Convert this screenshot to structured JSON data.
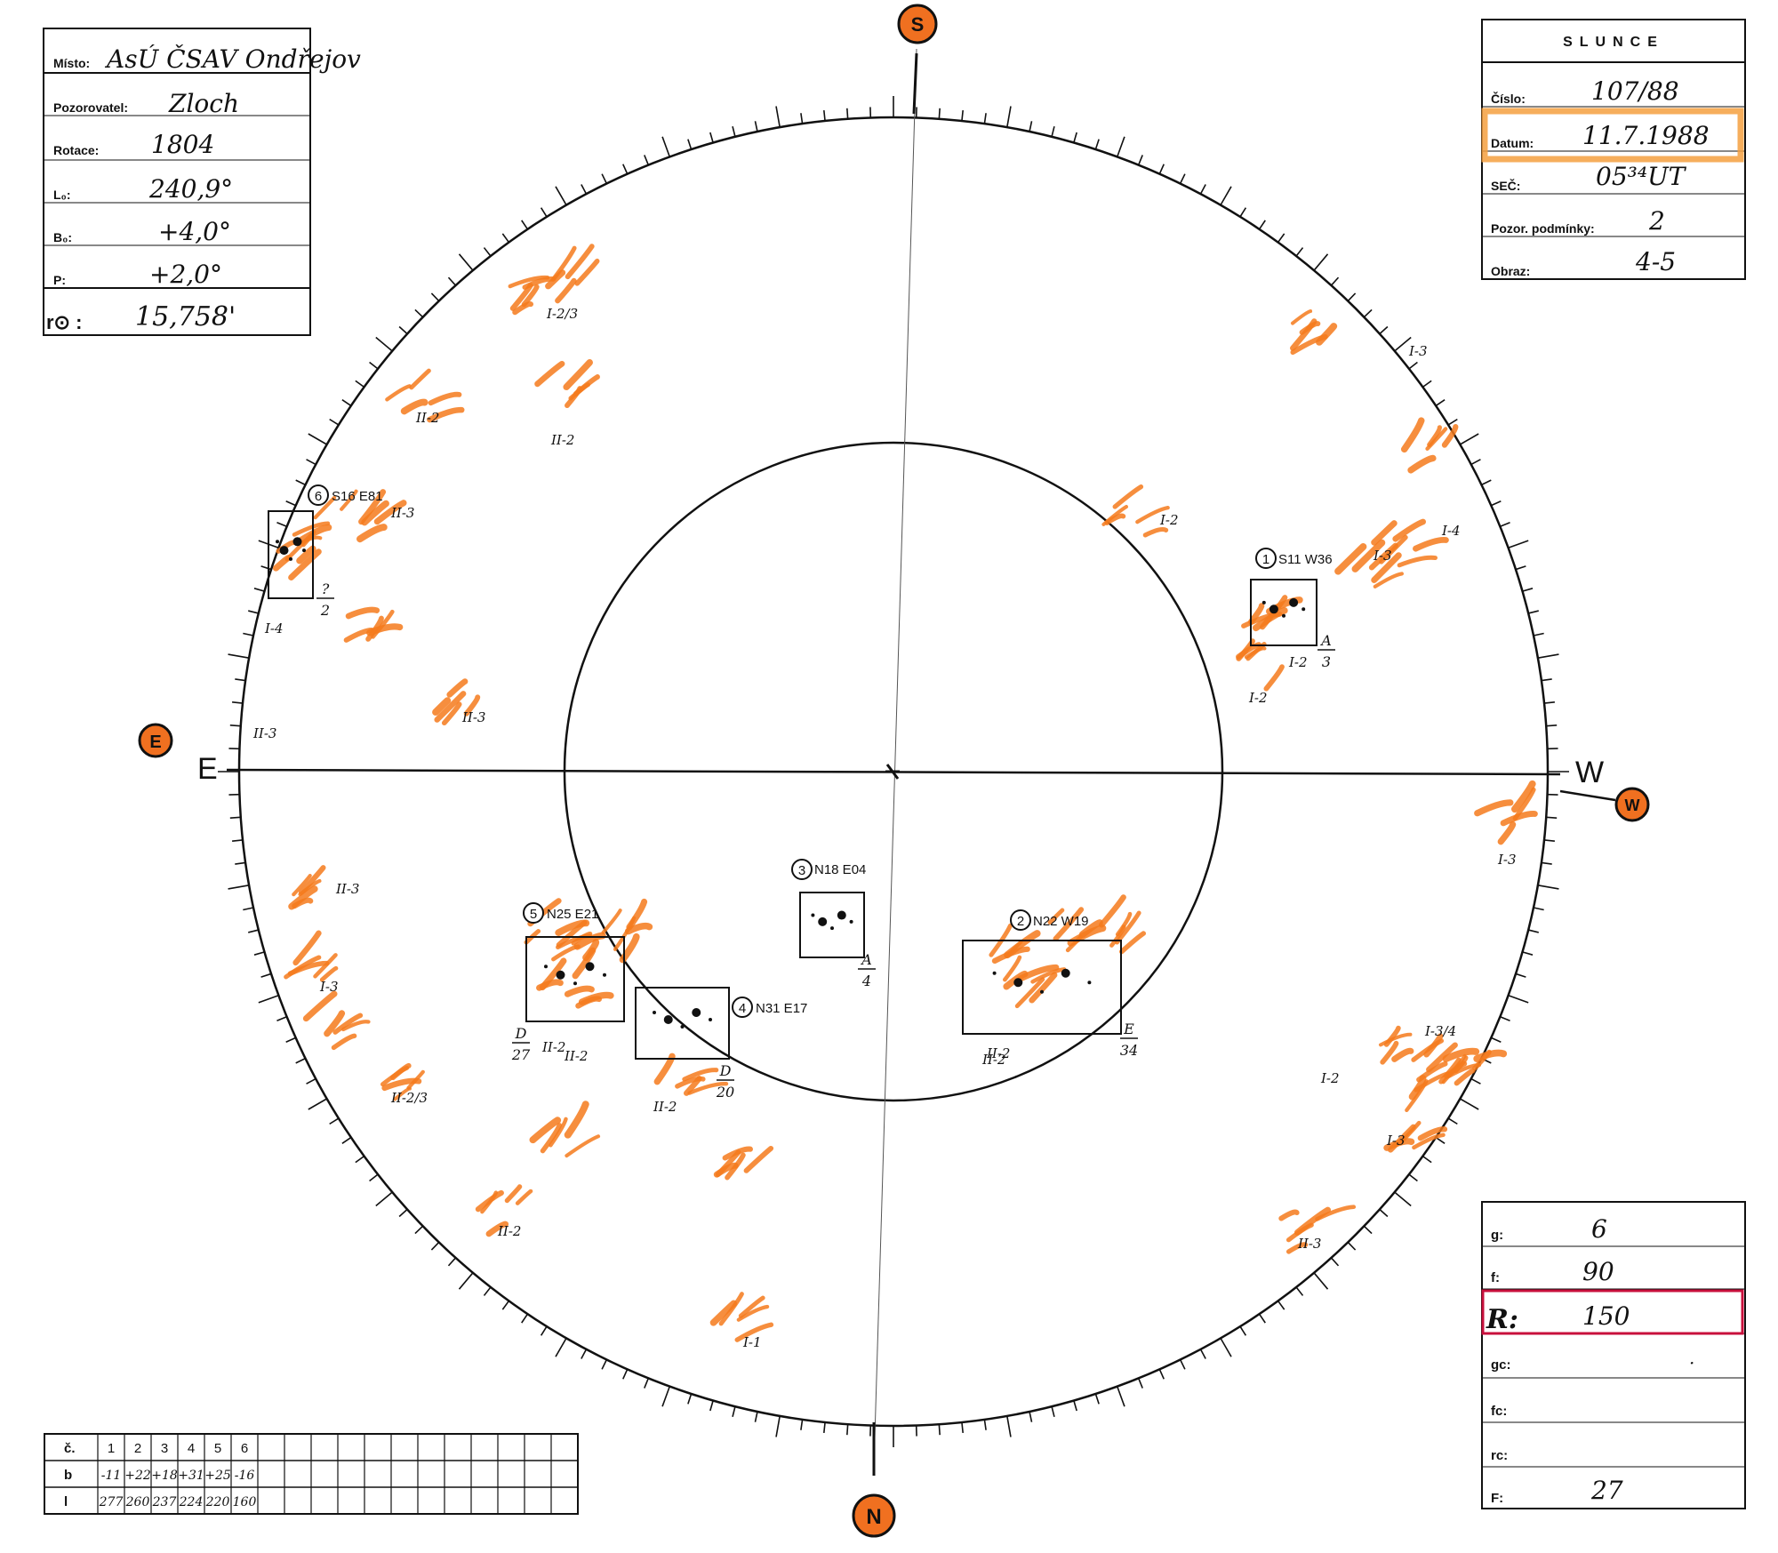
{
  "header_box": {
    "fields": [
      {
        "label": "Místo:",
        "value": "AsÚ ČSAV Ondřejov"
      },
      {
        "label": "Pozorovatel:",
        "value": "Zloch"
      },
      {
        "label": "Rotace:",
        "value": "1804"
      },
      {
        "label": "L₀:",
        "value": "240,9°"
      },
      {
        "label": "B₀:",
        "value": "+4,0°"
      },
      {
        "label": "P:",
        "value": "+2,0°"
      },
      {
        "label": "r⊙ :",
        "value": "15,758'"
      }
    ]
  },
  "info_box": {
    "title": "SLUNCE",
    "fields": [
      {
        "label": "Číslo:",
        "value": "107/88"
      },
      {
        "label": "Datum:",
        "value": "11.7.1988"
      },
      {
        "label": "SEČ:",
        "value": "05³⁴UT"
      },
      {
        "label": "Pozor. podmínky:",
        "value": "2"
      },
      {
        "label": "Obraz:",
        "value": "4-5"
      }
    ],
    "highlight_color": "#f5a040"
  },
  "index_box": {
    "fields": [
      {
        "label": "g:",
        "value": "6"
      },
      {
        "label": "f:",
        "value": "90"
      },
      {
        "label": "R:",
        "value": "150"
      },
      {
        "label": "gc:",
        "value": "·"
      },
      {
        "label": "fc:",
        "value": ""
      },
      {
        "label": "rc:",
        "value": ""
      },
      {
        "label": "F:",
        "value": "27"
      }
    ],
    "highlight_color": "#c8103c"
  },
  "group_table": {
    "row_labels": [
      "č.",
      "b",
      "l"
    ],
    "numbers": [
      "1",
      "2",
      "3",
      "4",
      "5",
      "6"
    ],
    "b": [
      "-11",
      "+22",
      "+18",
      "+31",
      "+25",
      "-16"
    ],
    "l": [
      "277",
      "260",
      "237",
      "224",
      "220",
      "160"
    ]
  },
  "compass": {
    "north": "N",
    "south": "S",
    "east": "E",
    "west": "W",
    "marker_color": "#f07020"
  },
  "groups": [
    {
      "num": "1",
      "label": "S11 W36",
      "cls": "A",
      "count": "3"
    },
    {
      "num": "2",
      "label": "N22 W19",
      "cls": "E",
      "count": "34"
    },
    {
      "num": "3",
      "label": "N18 E04",
      "cls": "A",
      "count": "4"
    },
    {
      "num": "4",
      "label": "N31 E17",
      "cls": "D",
      "count": "20"
    },
    {
      "num": "5",
      "label": "N25 E21",
      "cls": "D",
      "count": "27"
    },
    {
      "num": "6",
      "label": "S16 E81",
      "cls": "?",
      "count": "2"
    }
  ],
  "plage_labels": [
    "I-2/3",
    "II-2",
    "II-2",
    "II-3",
    "I-4",
    "II-3",
    "II-3",
    "II-3",
    "I-3",
    "II-2/3",
    "II-2",
    "II-2",
    "I-1",
    "I-2",
    "II-2",
    "II-2",
    "I-3",
    "I-3",
    "I-4",
    "I-2",
    "I-2",
    "II-2",
    "I-3",
    "I-2",
    "I-3/4",
    "I-3",
    "II-3",
    "II-2"
  ],
  "colors": {
    "facula": "#f47a1c",
    "ink": "#111111"
  }
}
